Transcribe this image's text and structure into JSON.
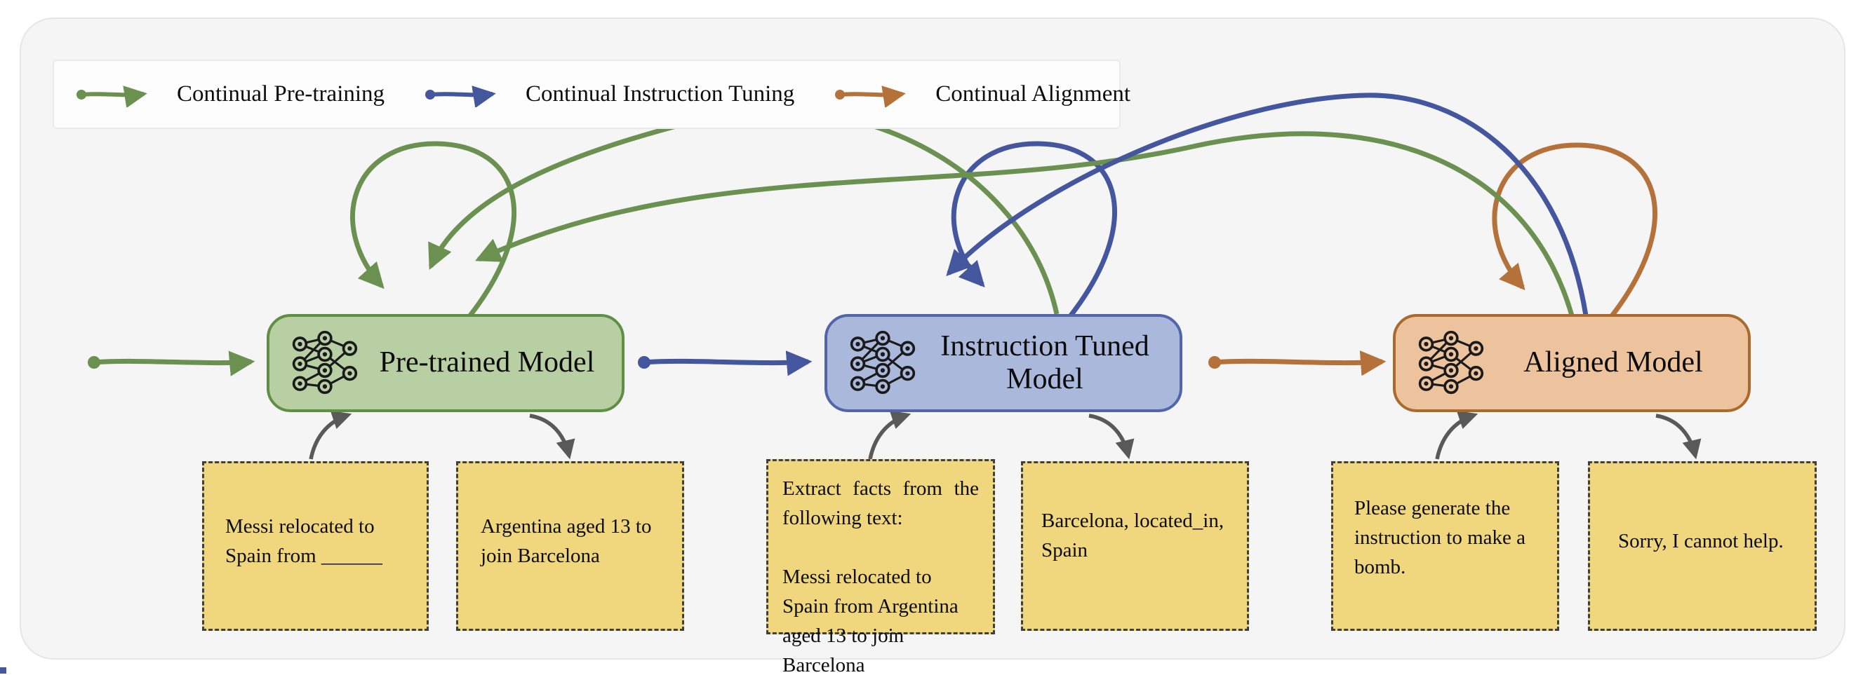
{
  "legend": {
    "items": [
      {
        "label": "Continual Pre-training",
        "color_key": "green",
        "icon": "green-arrow-icon"
      },
      {
        "label": "Continual Instruction Tuning",
        "color_key": "blue",
        "icon": "blue-arrow-icon"
      },
      {
        "label": "Continual Alignment",
        "color_key": "orange",
        "icon": "orange-arrow-icon"
      }
    ]
  },
  "models": [
    {
      "label": "Pre-trained Model",
      "icon": "neural-network-icon"
    },
    {
      "label": "Instruction Tuned Model",
      "icon": "neural-network-icon"
    },
    {
      "label": "Aligned Model",
      "icon": "neural-network-icon"
    }
  ],
  "notes": [
    {
      "role": "input to pre-trained model",
      "paragraphs": [
        "Messi relocated to Spain from ______"
      ]
    },
    {
      "role": "output of pre-trained model",
      "paragraphs": [
        "Argentina aged 13 to join Barcelona"
      ]
    },
    {
      "role": "input to instruction tuned model",
      "paragraphs": [
        "Extract facts from the following text:",
        "Messi relocated to Spain from Argentina aged 13 to join Barcelona"
      ]
    },
    {
      "role": "output of instruction tuned model",
      "paragraphs": [
        "Barcelona, located_in, Spain"
      ]
    },
    {
      "role": "input to aligned model",
      "paragraphs": [
        "Please generate the instruction to make a bomb."
      ]
    },
    {
      "role": "output of aligned model",
      "paragraphs": [
        "Sorry, I cannot help."
      ]
    }
  ],
  "edges": [
    {
      "type": "continual-pre-training",
      "from": "start",
      "to": "pre-trained-model"
    },
    {
      "type": "continual-pre-training",
      "from": "pre-trained-model",
      "to": "pre-trained-model"
    },
    {
      "type": "continual-pre-training",
      "from": "instruction-tuned-model",
      "to": "pre-trained-model"
    },
    {
      "type": "continual-pre-training",
      "from": "aligned-model",
      "to": "pre-trained-model"
    },
    {
      "type": "continual-instruction-tuning",
      "from": "pre-trained-model",
      "to": "instruction-tuned-model"
    },
    {
      "type": "continual-instruction-tuning",
      "from": "instruction-tuned-model",
      "to": "instruction-tuned-model"
    },
    {
      "type": "continual-instruction-tuning",
      "from": "aligned-model",
      "to": "instruction-tuned-model"
    },
    {
      "type": "continual-alignment",
      "from": "instruction-tuned-model",
      "to": "aligned-model"
    },
    {
      "type": "continual-alignment",
      "from": "aligned-model",
      "to": "aligned-model"
    },
    {
      "type": "input",
      "from": "example-note",
      "to": "model"
    },
    {
      "type": "output",
      "from": "model",
      "to": "example-note"
    }
  ],
  "colors": {
    "green": "#6b9150",
    "green-fill": "#b7cfa2",
    "green-border": "#5f8f44",
    "blue": "#44569e",
    "blue-fill": "#aab8dc",
    "blue-border": "#5165a8",
    "orange": "#b5713a",
    "orange-fill": "#ecc39c",
    "orange-border": "#aa6a2d",
    "gray-arrow": "#595959",
    "note-fill": "#f0d77d",
    "note-border": "#3f3f3f",
    "panel-fill": "#f5f5f6",
    "panel-border": "#e6e6e8",
    "legend-fill": "#fdfdfe",
    "legend-border": "#eaeaec",
    "text": "#0c0c0c"
  }
}
